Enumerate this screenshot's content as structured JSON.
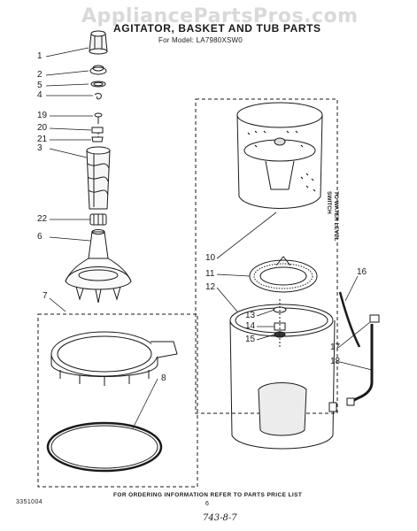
{
  "watermark": "AppliancePartsPros.com",
  "title": "AGITATOR, BASKET AND TUB PARTS",
  "model_line": "For Model: LA7980XSW0",
  "switch_label_lines": [
    "TO WATER LEVEL",
    "SWITCH"
  ],
  "footer_note": "FOR ORDERING INFORMATION REFER TO PARTS PRICE LIST",
  "doc_code": "3351004",
  "page_number": "6",
  "date_note": "743-8-7",
  "callouts": {
    "c1": "1",
    "c2": "2",
    "c5": "5",
    "c4": "4",
    "c19": "19",
    "c20": "20",
    "c21": "21",
    "c3": "3",
    "c22": "22",
    "c6": "6",
    "c7": "7",
    "c8": "8",
    "c10": "10",
    "c11": "11",
    "c12": "12",
    "c13": "13",
    "c14": "14",
    "c15": "15",
    "c16": "16",
    "c17": "17",
    "c18": "18"
  },
  "colors": {
    "ink": "#1a1a1a",
    "watermark": "#d9d9d9",
    "paper": "#ffffff"
  }
}
